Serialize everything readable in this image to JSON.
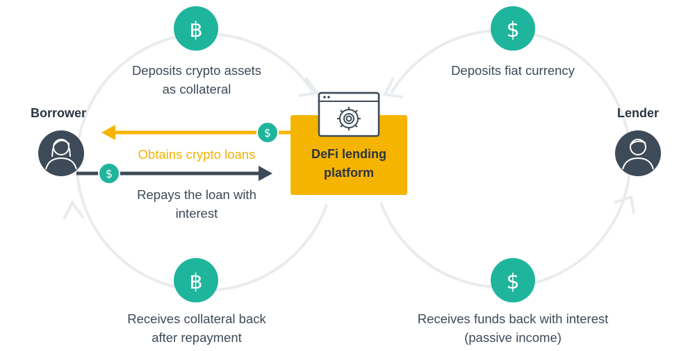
{
  "roles": {
    "borrower": "Borrower",
    "lender": "Lender"
  },
  "platform": {
    "label_line1": "DeFi lending",
    "label_line2": "platform",
    "icon": "gear-window-icon"
  },
  "steps": {
    "borrower_deposit": {
      "line1": "Deposits crypto assets",
      "line2": "as collateral",
      "icon": "bitcoin-icon"
    },
    "borrower_obtain": {
      "line1": "Obtains crypto loans",
      "icon": "dollar-icon"
    },
    "borrower_repay": {
      "line1": "Repays the loan with",
      "line2": "interest",
      "icon": "dollar-icon"
    },
    "borrower_receive": {
      "line1": "Receives collateral back",
      "line2": "after repayment",
      "icon": "bitcoin-icon"
    },
    "lender_deposit": {
      "line1": "Deposits fiat currency",
      "icon": "dollar-icon"
    },
    "lender_receive": {
      "line1": "Receives funds back with interest",
      "line2": "(passive income)",
      "icon": "dollar-icon"
    }
  },
  "colors": {
    "teal": "#1fb59c",
    "yellow": "#f5b400",
    "dark": "#3d4a57",
    "loop": "#e9ecee"
  }
}
